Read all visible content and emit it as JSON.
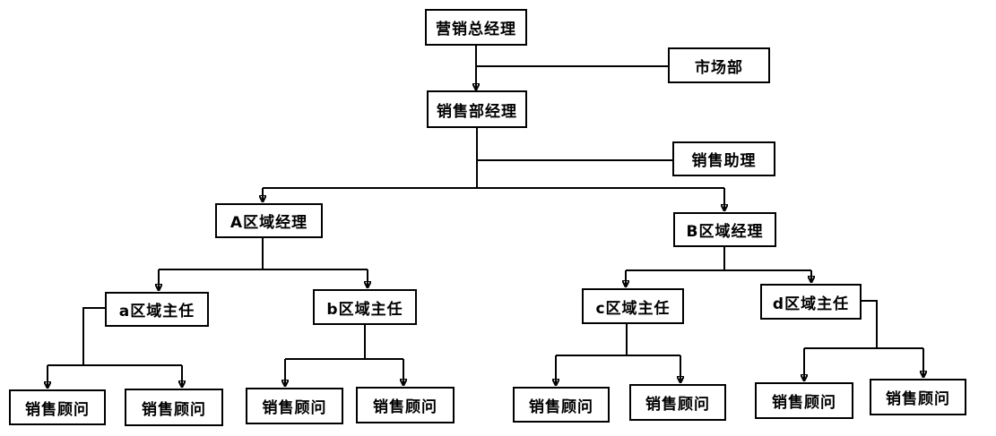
{
  "diagram": {
    "type": "org-chart",
    "background_color": "#ffffff",
    "line_color": "#000000",
    "box_border_color": "#000000",
    "nodes": {
      "general_manager": "营销总经理",
      "marketing_dept": "市场部",
      "sales_manager": "销售部经理",
      "sales_assistant": "销售助理",
      "region_a_manager": "A区域经理",
      "region_b_manager": "B区域经理",
      "district_a_director": "a区域主任",
      "district_b_director": "b区域主任",
      "district_c_director": "c区域主任",
      "district_d_director": "d区域主任",
      "consultants": [
        "销售顾问",
        "销售顾问",
        "销售顾问",
        "销售顾问",
        "销售顾问",
        "销售顾问",
        "销售顾问",
        "销售顾问"
      ]
    },
    "edges": [
      {
        "from": "general_manager",
        "to": "sales_manager",
        "style": "arrow"
      },
      {
        "from": "general_manager",
        "to": "marketing_dept",
        "style": "line"
      },
      {
        "from": "sales_manager",
        "to": "sales_assistant",
        "style": "line"
      },
      {
        "from": "sales_manager",
        "to": "region_a_manager",
        "style": "arrow"
      },
      {
        "from": "sales_manager",
        "to": "region_b_manager",
        "style": "arrow"
      },
      {
        "from": "region_a_manager",
        "to": "district_a_director",
        "style": "arrow"
      },
      {
        "from": "region_a_manager",
        "to": "district_b_director",
        "style": "arrow"
      },
      {
        "from": "region_b_manager",
        "to": "district_c_director",
        "style": "arrow"
      },
      {
        "from": "region_b_manager",
        "to": "district_d_director",
        "style": "arrow"
      },
      {
        "from": "district_a_director",
        "to": "consultants.0",
        "style": "arrow"
      },
      {
        "from": "district_a_director",
        "to": "consultants.1",
        "style": "arrow"
      },
      {
        "from": "district_b_director",
        "to": "consultants.2",
        "style": "arrow"
      },
      {
        "from": "district_b_director",
        "to": "consultants.3",
        "style": "arrow"
      },
      {
        "from": "district_c_director",
        "to": "consultants.4",
        "style": "arrow"
      },
      {
        "from": "district_c_director",
        "to": "consultants.5",
        "style": "arrow"
      },
      {
        "from": "district_d_director",
        "to": "consultants.6",
        "style": "arrow"
      },
      {
        "from": "district_d_director",
        "to": "consultants.7",
        "style": "arrow"
      }
    ]
  }
}
